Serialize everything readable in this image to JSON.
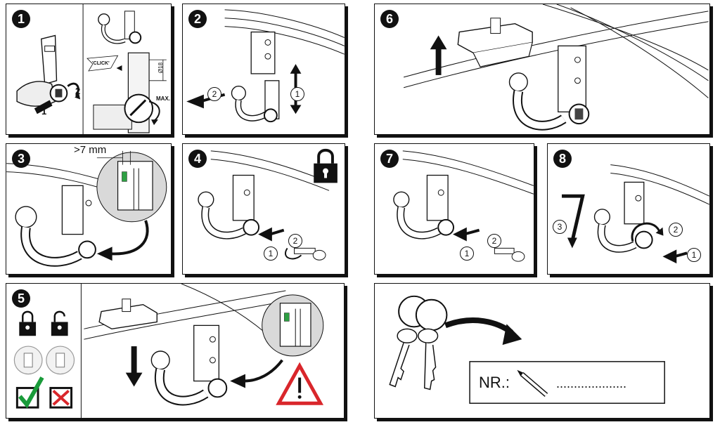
{
  "steps": [
    {
      "n": "1"
    },
    {
      "n": "2"
    },
    {
      "n": "3"
    },
    {
      "n": "4"
    },
    {
      "n": "5"
    },
    {
      "n": "6"
    },
    {
      "n": "7"
    },
    {
      "n": "8"
    }
  ],
  "panel1": {
    "label_1": "1",
    "label_2": "2",
    "click": "'CLICK'",
    "diameter": "Ø18",
    "max": "MAX."
  },
  "panel2": {
    "circle_1": "1",
    "circle_2": "2"
  },
  "panel3": {
    "gap": ">7 mm"
  },
  "panel4": {
    "circle_1": "1",
    "circle_2": "2"
  },
  "panel7": {
    "circle_1": "1",
    "circle_2": "2"
  },
  "panel8": {
    "circle_1": "1",
    "circle_2": "2",
    "circle_3": "3"
  },
  "keycard": {
    "nr_label": "NR.:",
    "dots": "...................."
  },
  "colors": {
    "ok": "#1a9b3a",
    "bad": "#d9262b",
    "indicator": "#2ea043",
    "warning": "#d9262b"
  },
  "icons": [
    "padlock-closed-icon",
    "padlock-open-icon",
    "checkmark-icon",
    "cross-icon",
    "warning-icon",
    "key-icon",
    "pen-icon"
  ]
}
